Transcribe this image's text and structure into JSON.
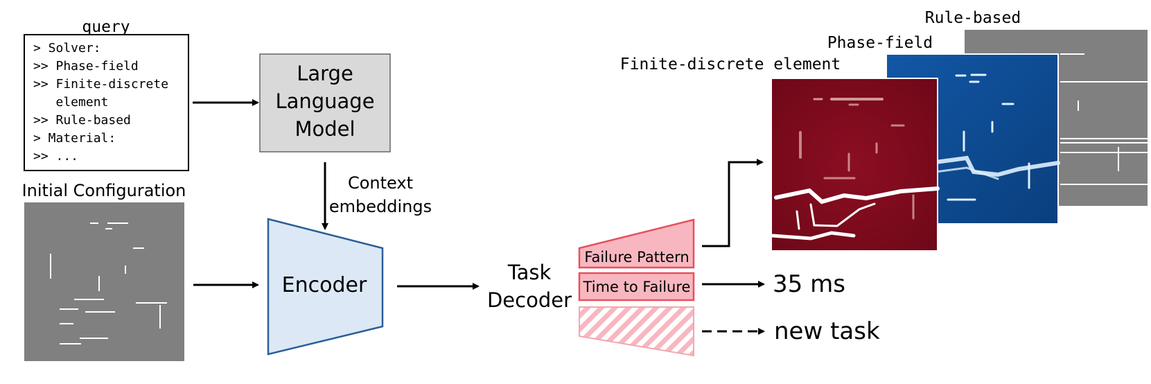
{
  "query_box": {
    "title": "query",
    "lines": [
      "> Solver:",
      ">> Phase-field",
      ">> Finite-discrete",
      "   element",
      ">> Rule-based",
      "> Material:",
      ">> ..."
    ]
  },
  "initial_config": {
    "label": "Initial Configuration"
  },
  "llm": {
    "line1": "Large",
    "line2": "Language",
    "line3": "Model"
  },
  "context": {
    "line1": "Context",
    "line2": "embeddings"
  },
  "encoder": {
    "label": "Encoder"
  },
  "task_decoder": {
    "line1": "Task",
    "line2": "Decoder"
  },
  "heads": {
    "failure_pattern": "Failure Pattern",
    "time_to_failure": "Time to Failure"
  },
  "outputs": {
    "time_value": "35 ms",
    "new_task": "new task"
  },
  "solver_panels": {
    "fde_label": "Finite-discrete element",
    "phase_label": "Phase-field",
    "rule_label": "Rule-based"
  },
  "colors": {
    "encoder_fill": "#dce8f5",
    "encoder_stroke": "#2b5f98",
    "llm_fill": "#d9d9d9",
    "head_fill": "#f8b7c0",
    "head_stroke": "#e8505e",
    "config_gray": "#808080",
    "fde_red": "#7a0a1c",
    "phase_blue": "#0d4a8f"
  }
}
